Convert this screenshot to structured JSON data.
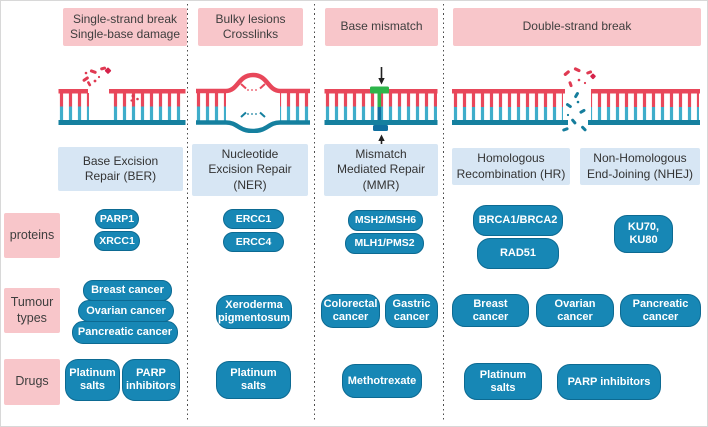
{
  "headers": {
    "ssb": "Single-strand break\nSingle-base damage",
    "bulky": "Bulky lesions\nCrosslinks",
    "mismatch": "Base mismatch",
    "dsb": "Double-strand break"
  },
  "repair_pathways": {
    "ber": "Base Excision\nRepair (BER)",
    "ner": "Nucleotide\nExcision Repair\n(NER)",
    "mmr": "Mismatch\nMediated Repair\n(MMR)",
    "hr": "Homologous\nRecombination (HR)",
    "nhej": "Non-Homologous\nEnd-Joining (NHEJ)"
  },
  "row_labels": {
    "proteins": "proteins",
    "tumour_types": "Tumour\ntypes",
    "drugs": "Drugs"
  },
  "proteins": {
    "ber": [
      "PARP1",
      "XRCC1"
    ],
    "ner": [
      "ERCC1",
      "ERCC4"
    ],
    "mmr": [
      "MSH2/MSH6",
      "MLH1/PMS2"
    ],
    "hr": [
      "BRCA1/BRCA2",
      "RAD51"
    ],
    "nhej": [
      "KU70,\nKU80"
    ]
  },
  "tumour_types": {
    "ber": [
      "Breast cancer",
      "Ovarian cancer",
      "Pancreatic cancer"
    ],
    "ner": [
      "Xeroderma\npigmentosum"
    ],
    "mmr": [
      "Colorectal\ncancer",
      "Gastric\ncancer"
    ],
    "hr_nhej": [
      "Breast\ncancer",
      "Ovarian\ncancer",
      "Pancreatic\ncancer"
    ]
  },
  "drugs": {
    "ber": [
      "Platinum\nsalts",
      "PARP\ninhibitors"
    ],
    "ner": [
      "Platinum\nsalts"
    ],
    "mmr": [
      "Methotrexate"
    ],
    "hr_nhej": [
      "Platinum\nsalts",
      "PARP inhibitors"
    ]
  },
  "colors": {
    "damage_label_bg": "#f8c6ca",
    "repair_label_bg": "#d7e6f4",
    "pill_bg": "#1787b5",
    "pill_border": "#0c6a92",
    "dna_red": "#e8475a",
    "dna_teal": "#15809f",
    "rung_cyan": "#3fadca",
    "mismatch_green": "#2db54a"
  }
}
